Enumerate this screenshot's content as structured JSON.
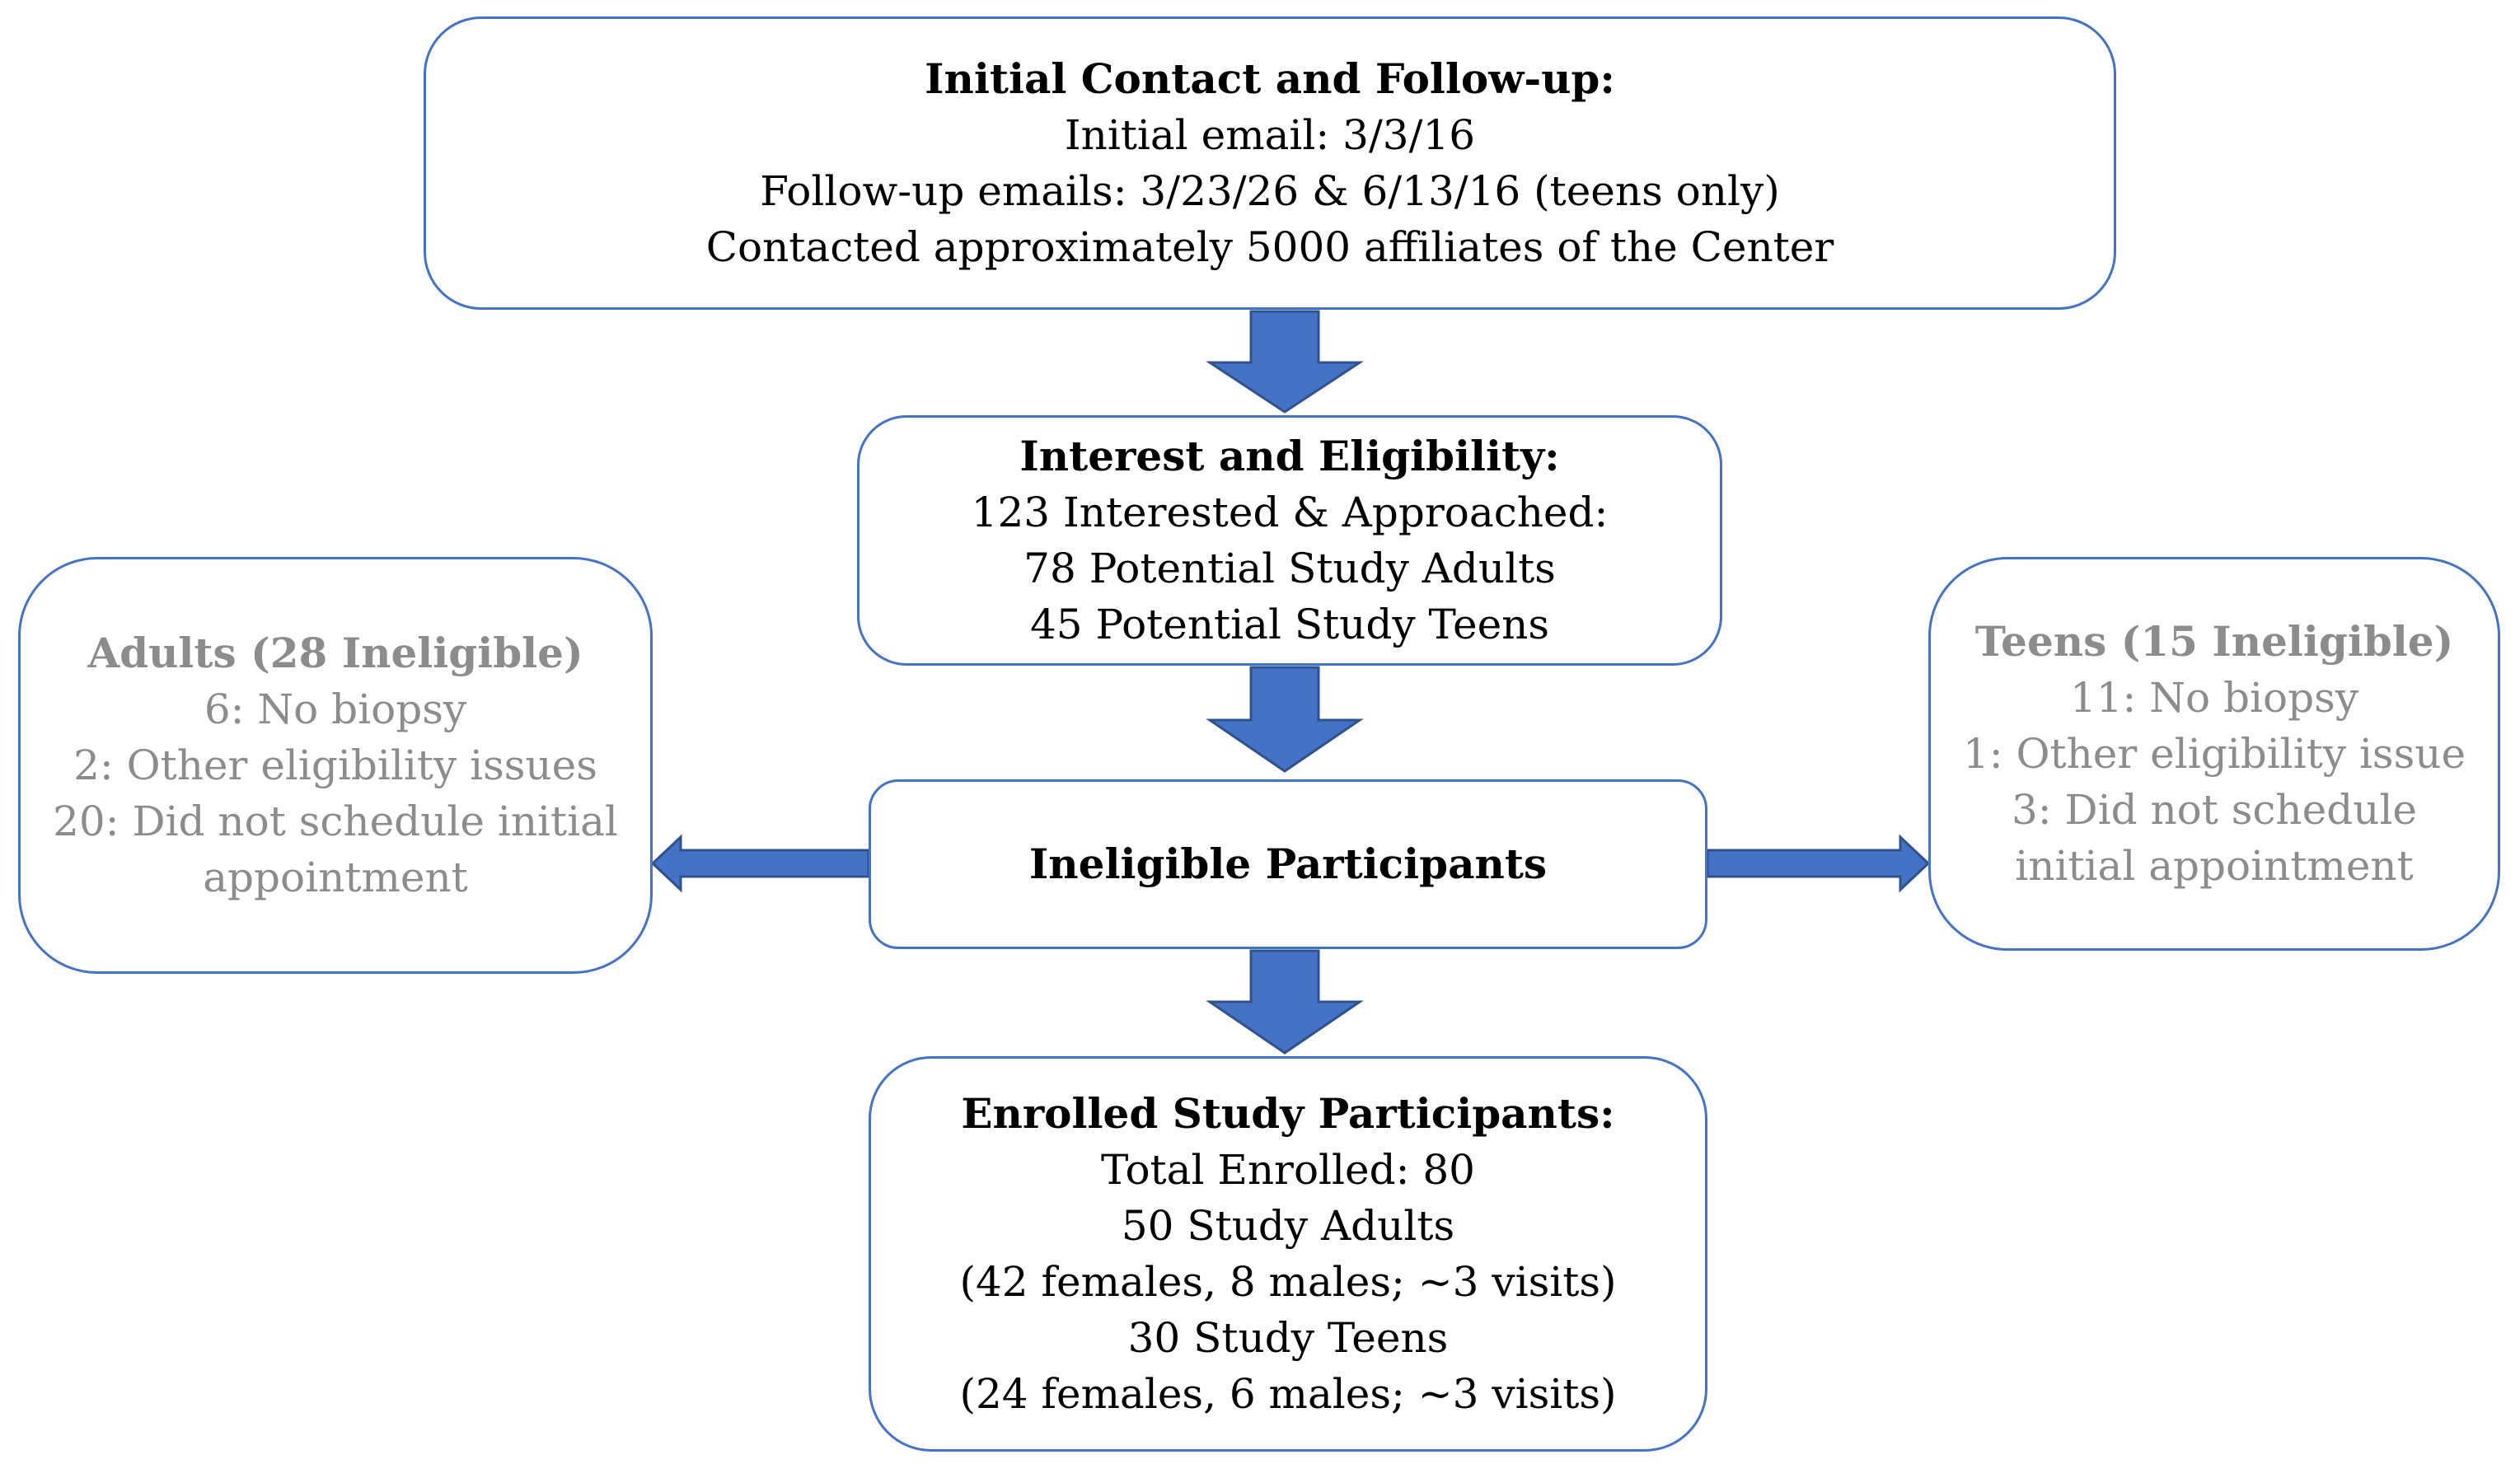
{
  "colors": {
    "box_border": "#4472C4",
    "arrow_fill": "#4472C4",
    "arrow_stroke": "#2F528F",
    "muted_text": "#8c8c8c",
    "text": "#000000"
  },
  "initial_contact": {
    "title": "Initial Contact and Follow-up:",
    "lines": [
      "Initial email: 3/3/16",
      "Follow-up emails: 3/23/26 & 6/13/16 (teens only)",
      "Contacted approximately 5000 affiliates of the Center"
    ]
  },
  "interest": {
    "title": "Interest and Eligibility:",
    "lines": [
      "123 Interested & Approached:",
      "78 Potential Study Adults",
      "45 Potential Study Teens"
    ]
  },
  "ineligible": {
    "title": "Ineligible Participants"
  },
  "adults": {
    "title": "Adults (28 Ineligible)",
    "lines": [
      "6: No biopsy",
      "2: Other eligibility issues",
      "20: Did not schedule initial",
      "appointment"
    ]
  },
  "teens": {
    "title": "Teens (15 Ineligible)",
    "lines": [
      "11: No biopsy",
      "1: Other eligibility issue",
      "3: Did not schedule",
      "initial appointment"
    ]
  },
  "enrolled": {
    "title": "Enrolled Study Participants:",
    "lines": [
      "Total Enrolled: 80",
      "50 Study Adults",
      "(42 females, 8 males; ~3 visits)",
      "30 Study Teens",
      "(24 females, 6 males; ~3 visits)"
    ]
  }
}
